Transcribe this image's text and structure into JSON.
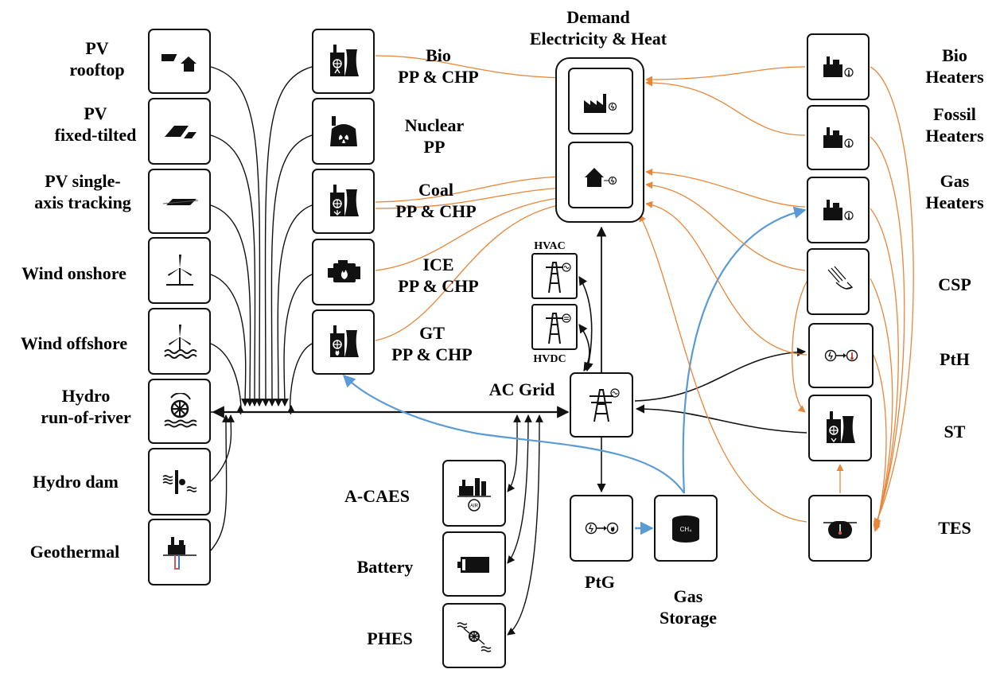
{
  "colors": {
    "electric": "#111111",
    "heat": "#e8863a",
    "gas": "#5b9bd5"
  },
  "left_techs": [
    {
      "icon": "pv-rooftop-icon",
      "label": [
        "PV",
        "rooftop"
      ]
    },
    {
      "icon": "pv-fixed-tilted-icon",
      "label": [
        "PV",
        "fixed-tilted"
      ]
    },
    {
      "icon": "pv-single-axis-tracking-icon",
      "label": [
        "PV single-",
        "axis tracking"
      ]
    },
    {
      "icon": "wind-onshore-icon",
      "label": [
        "Wind onshore"
      ]
    },
    {
      "icon": "wind-offshore-icon",
      "label": [
        "Wind offshore"
      ]
    },
    {
      "icon": "hydro-run-of-river-icon",
      "label": [
        "Hydro",
        "run-of-river"
      ]
    },
    {
      "icon": "hydro-dam-icon",
      "label": [
        "Hydro dam"
      ]
    },
    {
      "icon": "geothermal-icon",
      "label": [
        "Geothermal"
      ]
    }
  ],
  "plants": [
    {
      "icon": "bio-power-plant-icon",
      "label": [
        "Bio",
        "PP & CHP"
      ]
    },
    {
      "icon": "nuclear-power-plant-icon",
      "label": [
        "Nuclear",
        "PP"
      ]
    },
    {
      "icon": "coal-power-plant-icon",
      "label": [
        "Coal",
        "PP & CHP"
      ]
    },
    {
      "icon": "ice-engine-icon",
      "label": [
        "ICE",
        "PP & CHP"
      ]
    },
    {
      "icon": "gas-turbine-icon",
      "label": [
        "GT",
        "PP & CHP"
      ]
    }
  ],
  "demand": {
    "title": [
      "Demand",
      "Electricity & Heat"
    ],
    "industry_icon": "industry-demand-icon",
    "household_icon": "household-demand-icon"
  },
  "grid": {
    "hvac": "HVAC",
    "hvdc": "HVDC",
    "ac_grid": "AC Grid"
  },
  "storage": [
    {
      "icon": "a-caes-icon",
      "label": "A-CAES"
    },
    {
      "icon": "battery-icon",
      "label": "Battery"
    },
    {
      "icon": "phes-icon",
      "label": "PHES"
    }
  ],
  "ptg": {
    "label": "PtG",
    "icon": "power-to-gas-icon"
  },
  "gas_storage": {
    "label": [
      "Gas",
      "Storage"
    ],
    "icon": "gas-storage-icon",
    "ch4": "CH₄"
  },
  "right_techs": [
    {
      "icon": "bio-heater-icon",
      "label": [
        "Bio",
        "Heaters"
      ]
    },
    {
      "icon": "fossil-heater-icon",
      "label": [
        "Fossil",
        "Heaters"
      ]
    },
    {
      "icon": "gas-heater-icon",
      "label": [
        "Gas",
        "Heaters"
      ]
    },
    {
      "icon": "csp-icon",
      "label": [
        "CSP"
      ]
    },
    {
      "icon": "power-to-heat-icon",
      "label": [
        "PtH"
      ]
    },
    {
      "icon": "steam-turbine-icon",
      "label": [
        "ST"
      ]
    },
    {
      "icon": "thermal-energy-storage-icon",
      "label": [
        "TES"
      ]
    }
  ]
}
